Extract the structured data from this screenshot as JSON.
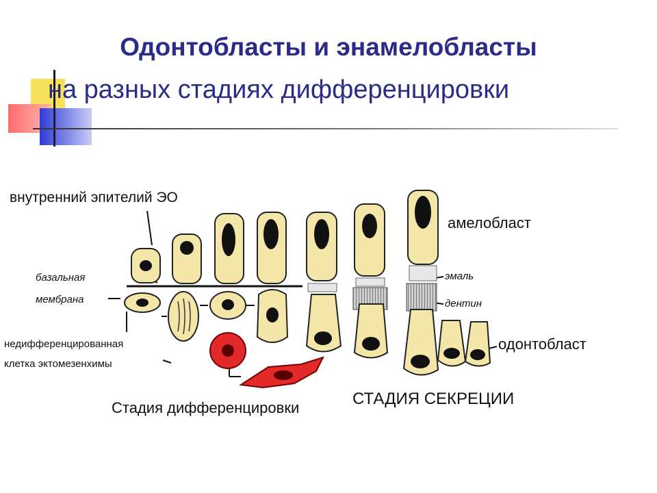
{
  "slide": {
    "title": "Одонтобласты и энамелобласты",
    "subtitle": "на разных стадиях дифференцировки"
  },
  "labels": {
    "inner_epithelium": "внутренний эпителий ЭО",
    "basal_membrane_1": "базальная",
    "basal_membrane_2": "мембрана",
    "undiff_1": "недифференцированная",
    "undiff_2": "клетка эктомезенхимы",
    "ameloblast": "амелобласт",
    "enamel": "эмаль",
    "dentin": "дентин",
    "odontoblast": "одонтобласт",
    "stage_diff": "Стадия дифференцировки",
    "stage_secretion": "СТАДИЯ СЕКРЕЦИИ"
  },
  "colors": {
    "title": "#2b2c8a",
    "cell_fill": "#f3e6a8",
    "nucleus": "#111111",
    "red_cell": "#e22a2a"
  }
}
